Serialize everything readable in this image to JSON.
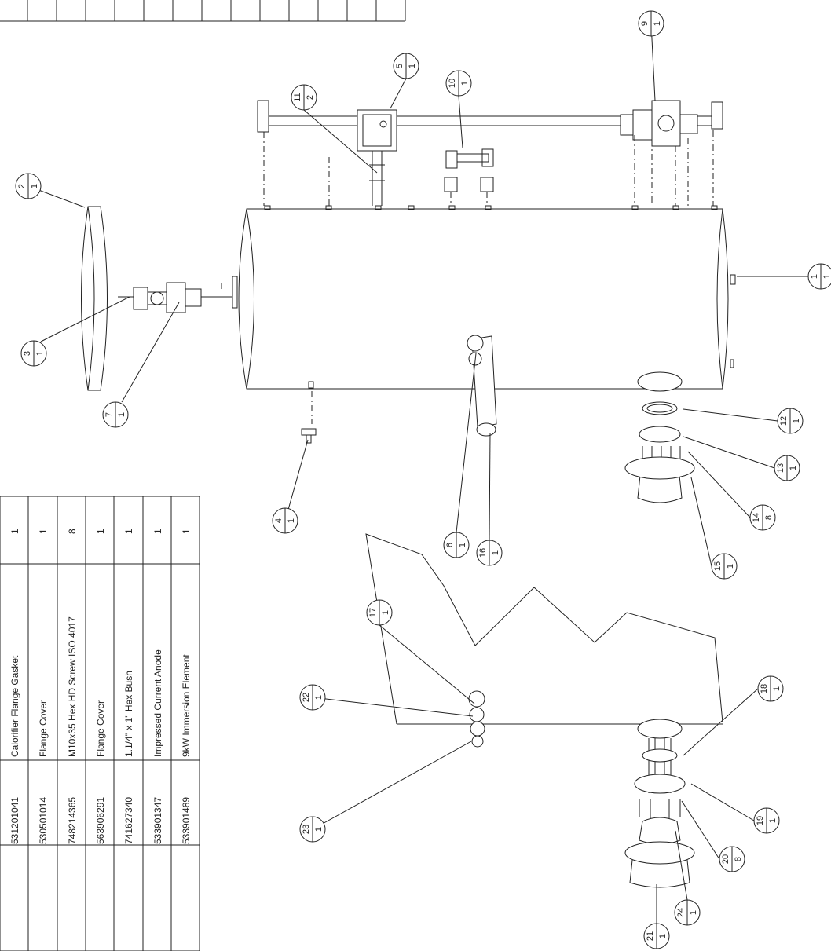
{
  "bom_table": {
    "rows": [
      {
        "part_no": "531201041",
        "description": "Calorifier Flange Gasket",
        "qty": "1"
      },
      {
        "part_no": "530501014",
        "description": "Flange Cover",
        "qty": "1"
      },
      {
        "part_no": "748214365",
        "description": "M10x35 Hex HD Screw ISO 4017",
        "qty": "8"
      },
      {
        "part_no": "563906291",
        "description": "Flange Cover",
        "qty": "1"
      },
      {
        "part_no": "741627340",
        "description": "1.1/4\" x 1\" Hex Bush",
        "qty": "1"
      },
      {
        "part_no": "533901347",
        "description": "Impressed Current Anode",
        "qty": "1"
      },
      {
        "part_no": "533901489",
        "description": "9kW Immersion Element",
        "qty": "1"
      }
    ]
  },
  "balloons": [
    {
      "item": "1",
      "qty": "1"
    },
    {
      "item": "2",
      "qty": "1"
    },
    {
      "item": "3",
      "qty": "1"
    },
    {
      "item": "4",
      "qty": "1"
    },
    {
      "item": "5",
      "qty": "1"
    },
    {
      "item": "6",
      "qty": "1"
    },
    {
      "item": "7",
      "qty": "1"
    },
    {
      "item": "9",
      "qty": "1"
    },
    {
      "item": "10",
      "qty": "1"
    },
    {
      "item": "11",
      "qty": "2"
    },
    {
      "item": "12",
      "qty": "1"
    },
    {
      "item": "13",
      "qty": "1"
    },
    {
      "item": "14",
      "qty": "8"
    },
    {
      "item": "15",
      "qty": "1"
    },
    {
      "item": "16",
      "qty": "1"
    },
    {
      "item": "17",
      "qty": "1"
    },
    {
      "item": "18",
      "qty": "1"
    },
    {
      "item": "19",
      "qty": "1"
    },
    {
      "item": "20",
      "qty": "8"
    },
    {
      "item": "21",
      "qty": "1"
    },
    {
      "item": "22",
      "qty": "1"
    },
    {
      "item": "23",
      "qty": "1"
    },
    {
      "item": "24",
      "qty": "1"
    }
  ]
}
